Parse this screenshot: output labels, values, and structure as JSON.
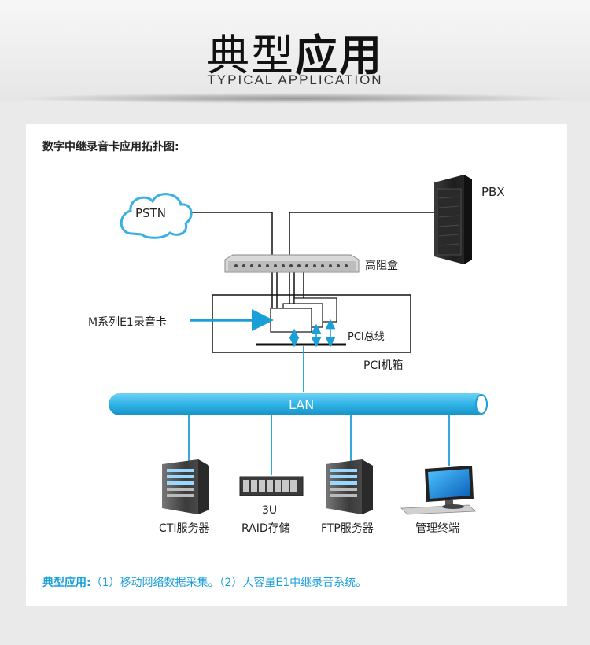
{
  "header": {
    "title_part1": "典型",
    "title_part2": "应用",
    "subtitle": "TYPICAL APPLICATION"
  },
  "diagram": {
    "heading": "数字中继录音卡应用拓扑图:",
    "nodes": {
      "pstn": "PSTN",
      "pbx": "PBX",
      "high_impedance_box": "高阻盒",
      "recording_card": "M系列E1录音卡",
      "pci_bus": "PCI总线",
      "pci_chassis": "PCI机箱",
      "lan": "LAN",
      "cti_server": "CTI服务器",
      "raid_storage_line1": "3U",
      "raid_storage_line2": "RAID存储",
      "ftp_server": "FTP服务器",
      "management_terminal": "管理终端"
    }
  },
  "footer": {
    "title": "典型应用:",
    "text": "（1）移动网络数据采集。（2）大容量E1中继录音系统。"
  },
  "colors": {
    "accent": "#1b9fd8",
    "lan_fill": "#2fb4e6",
    "line": "#111111"
  }
}
